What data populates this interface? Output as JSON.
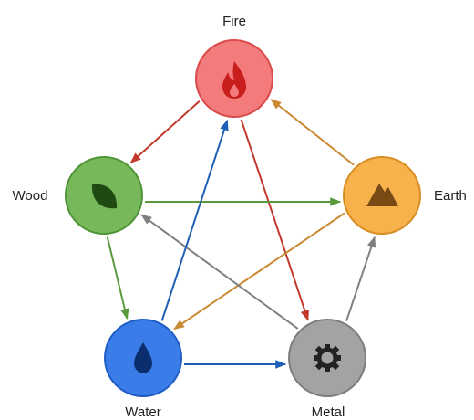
{
  "elements": [
    {
      "id": "fire",
      "label": "Fire",
      "icon": "flame-icon",
      "fill": "#f47b7b",
      "stroke": "#d94a4a",
      "icon_color": "#c81e1e"
    },
    {
      "id": "earth",
      "label": "Earth",
      "icon": "mountain-icon",
      "fill": "#f7b24c",
      "stroke": "#d88d22",
      "icon_color": "#7a4a14"
    },
    {
      "id": "metal",
      "label": "Metal",
      "icon": "gear-icon",
      "fill": "#a3a3a3",
      "stroke": "#7d7d7d",
      "icon_color": "#222222"
    },
    {
      "id": "water",
      "label": "Water",
      "icon": "droplet-icon",
      "fill": "#3b7de8",
      "stroke": "#1f5cc4",
      "icon_color": "#0b2f6e"
    },
    {
      "id": "wood",
      "label": "Wood",
      "icon": "leaf-icon",
      "fill": "#77b85a",
      "stroke": "#4f9437",
      "icon_color": "#1f4a12"
    }
  ],
  "arrows": [
    {
      "from": "fire",
      "to": "wood",
      "color": "#c0392b"
    },
    {
      "from": "fire",
      "to": "metal",
      "color": "#c0392b"
    },
    {
      "from": "wood",
      "to": "earth",
      "color": "#5a9a3c"
    },
    {
      "from": "wood",
      "to": "water",
      "color": "#5a9a3c"
    },
    {
      "from": "earth",
      "to": "fire",
      "color": "#c98a32"
    },
    {
      "from": "earth",
      "to": "water",
      "color": "#c98a32"
    },
    {
      "from": "metal",
      "to": "earth",
      "color": "#7f7f7f"
    },
    {
      "from": "metal",
      "to": "wood",
      "color": "#7f7f7f"
    },
    {
      "from": "water",
      "to": "fire",
      "color": "#1f5fb5"
    },
    {
      "from": "water",
      "to": "metal",
      "color": "#1f5fb5"
    }
  ]
}
